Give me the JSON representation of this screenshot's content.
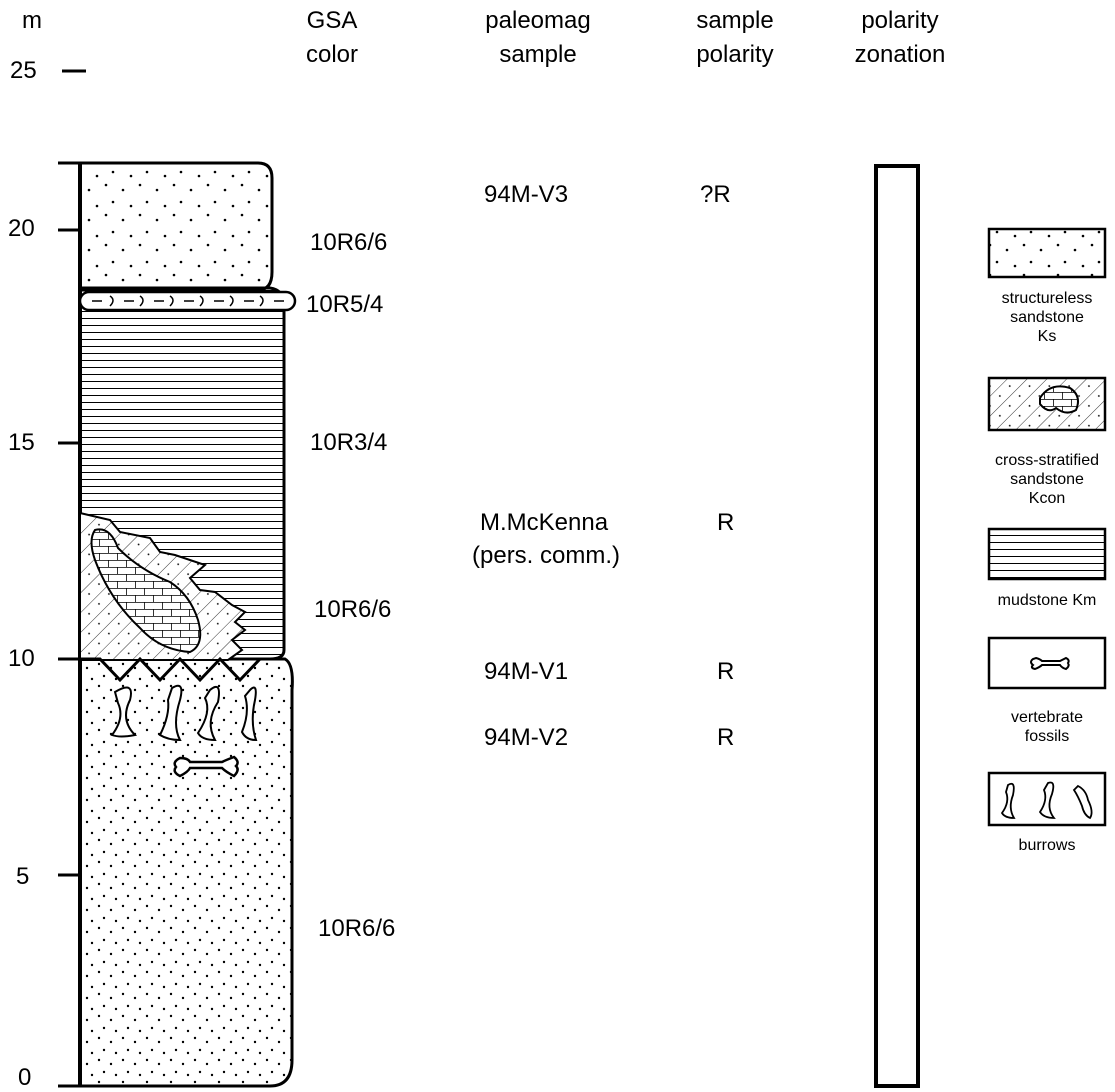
{
  "headers": {
    "meters": "m",
    "gsa_color": [
      "GSA",
      "color"
    ],
    "paleomag_sample": [
      "paleomag",
      "sample"
    ],
    "sample_polarity": [
      "sample",
      "polarity"
    ],
    "polarity_zonation": [
      "polarity",
      "zonation"
    ]
  },
  "scale": {
    "ticks": [
      "0",
      "5",
      "10",
      "15",
      "20",
      "25"
    ]
  },
  "gsa_colors": [
    "10R6/6",
    "10R5/4",
    "10R3/4",
    "10R6/6",
    "10R6/6"
  ],
  "samples": [
    {
      "name": "94M-V3",
      "polarity": "?R"
    },
    {
      "name": "M.McKenna",
      "name2": "(pers. comm.)",
      "polarity": "R"
    },
    {
      "name": "94M-V1",
      "polarity": "R"
    },
    {
      "name": "94M-V2",
      "polarity": "R"
    }
  ],
  "legend": [
    {
      "pattern": "structureless-sandstone",
      "lines": [
        "structureless",
        "sandstone",
        "Ks"
      ]
    },
    {
      "pattern": "cross-stratified-sandstone",
      "lines": [
        "cross-stratified",
        "sandstone",
        "Kcon"
      ]
    },
    {
      "pattern": "mudstone",
      "lines": [
        "mudstone Km"
      ]
    },
    {
      "pattern": "vertebrate-fossils",
      "lines": [
        "vertebrate",
        "fossils"
      ]
    },
    {
      "pattern": "burrows",
      "lines": [
        "burrows"
      ]
    }
  ]
}
